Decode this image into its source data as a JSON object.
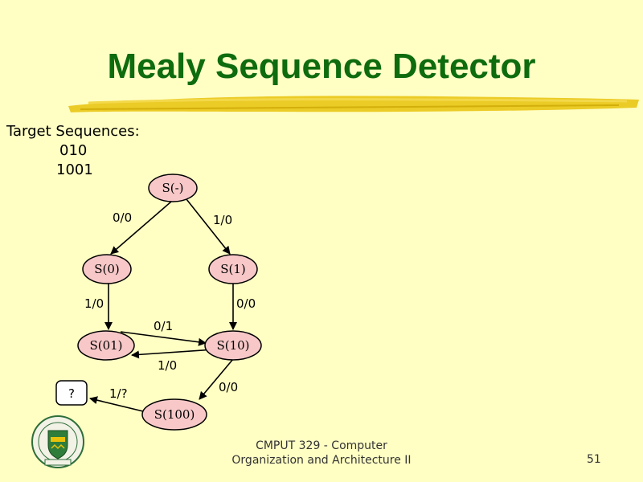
{
  "slide": {
    "title": "Mealy Sequence Detector",
    "targets_heading": "Target Sequences:",
    "sequences": [
      "010",
      "1001"
    ],
    "footer_line1": "CMPUT 329 - Computer",
    "footer_line2": "Organization and Architecture II",
    "page_number": "51"
  },
  "colors": {
    "title": "#0e6b0e",
    "state_fill": "#f8c8c8",
    "background": "#ffffc4",
    "brush": "#e8c20a"
  },
  "diagram": {
    "states": [
      {
        "id": "s_init",
        "label": "S(-)"
      },
      {
        "id": "s0",
        "label": "S(0)"
      },
      {
        "id": "s1",
        "label": "S(1)"
      },
      {
        "id": "s01",
        "label": "S(01)"
      },
      {
        "id": "s10",
        "label": "S(10)"
      },
      {
        "id": "s100",
        "label": "S(100)"
      },
      {
        "id": "unknown",
        "label": "?"
      }
    ],
    "transitions": [
      {
        "from": "S(-)",
        "to": "S(0)",
        "label": "0/0"
      },
      {
        "from": "S(-)",
        "to": "S(1)",
        "label": "1/0"
      },
      {
        "from": "S(0)",
        "to": "S(01)",
        "label": "1/0"
      },
      {
        "from": "S(1)",
        "to": "S(10)",
        "label": "0/0"
      },
      {
        "from": "S(01)",
        "to": "S(10)",
        "label": "0/1"
      },
      {
        "from": "S(10)",
        "to": "S(01)",
        "label": "1/0"
      },
      {
        "from": "S(10)",
        "to": "S(100)",
        "label": "0/0"
      },
      {
        "from": "S(100)",
        "to": "?",
        "label": "1/?"
      }
    ]
  }
}
